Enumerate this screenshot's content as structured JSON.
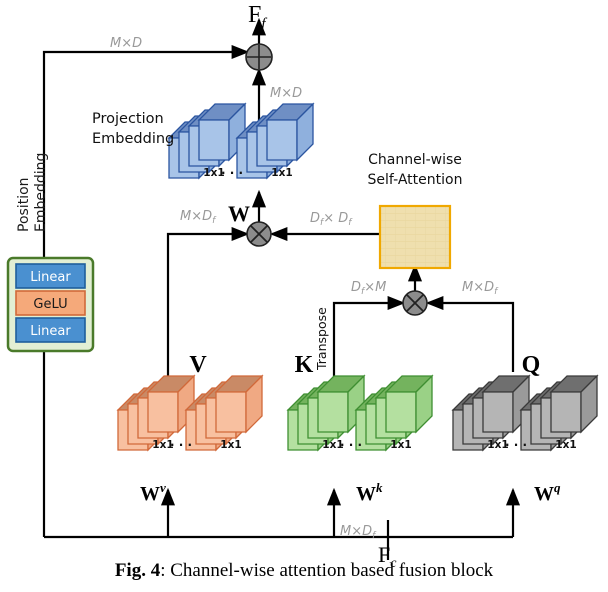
{
  "figure": {
    "caption_prefix": "Fig. 4",
    "caption_sep": ": ",
    "caption_text": "Channel-wise attention based fusion block"
  },
  "labels": {
    "output": "F",
    "output_sub": "f",
    "input": "F",
    "input_sub": "c",
    "position_embedding": "Position",
    "position_embedding2": "Embedding",
    "projection_embedding": "Projection",
    "projection_embedding2": "Embedding",
    "channel_wise": "Channel-wise",
    "self_attention": "Self-Attention",
    "transpose": "Transpose",
    "V": "V",
    "K": "K",
    "Q": "Q",
    "W": "W",
    "Wv": "W",
    "Wv_sup": "v",
    "Wk": "W",
    "Wk_sup": "k",
    "Wq": "W",
    "Wq_sup": "q",
    "cell": "1x1",
    "ellipsis": ". . ."
  },
  "dims": {
    "md_top": "M×D",
    "md_mid": "M×D",
    "mdf_w": "M×D",
    "mdf_w_sub": "f",
    "dfdf": "D",
    "dfdf_sub1": "f",
    "dfdf_mid": "× D",
    "dfdf_sub2": "f",
    "dfm": "D",
    "dfm_sub": "f",
    "dfm_rest": "×M",
    "mdf_right": "M×D",
    "mdf_right_sub": "f",
    "mdf_bottom": "M×D",
    "mdf_bottom_sub": "f"
  },
  "mlp": {
    "items": [
      {
        "label": "Linear",
        "kind": "linear"
      },
      {
        "label": "GeLU",
        "kind": "gelu"
      },
      {
        "label": "Linear",
        "kind": "linear"
      }
    ]
  },
  "colors": {
    "blue_face": "#a8c4e8",
    "blue_top": "#6f8fc4",
    "blue_side": "#8fb0dd",
    "blue_stroke": "#2b55a0",
    "orange_face": "#f8c0a0",
    "orange_top": "#c98a66",
    "orange_side": "#f0a983",
    "orange_stroke": "#d1693a",
    "green_face": "#b4e0a0",
    "green_top": "#74b35e",
    "green_side": "#9ad186",
    "green_stroke": "#3f8f32",
    "gray_face": "#b5b5b5",
    "gray_top": "#6f6f6f",
    "gray_side": "#9a9a9a",
    "gray_stroke": "#3a3a3a",
    "attn_fill": "#efdfae",
    "attn_stroke": "#f0a800",
    "node_fill": "#8c8c8c",
    "node_stroke": "#222222",
    "pe_border": "#4a7a2a",
    "pe_fill": "#e2efd4",
    "linear_fill": "#4a90d0",
    "linear_stroke": "#1f5f9c",
    "gelu_fill": "#f5a97a",
    "gelu_stroke": "#d1693a",
    "dim_text": "#999999",
    "line": "#000000"
  }
}
